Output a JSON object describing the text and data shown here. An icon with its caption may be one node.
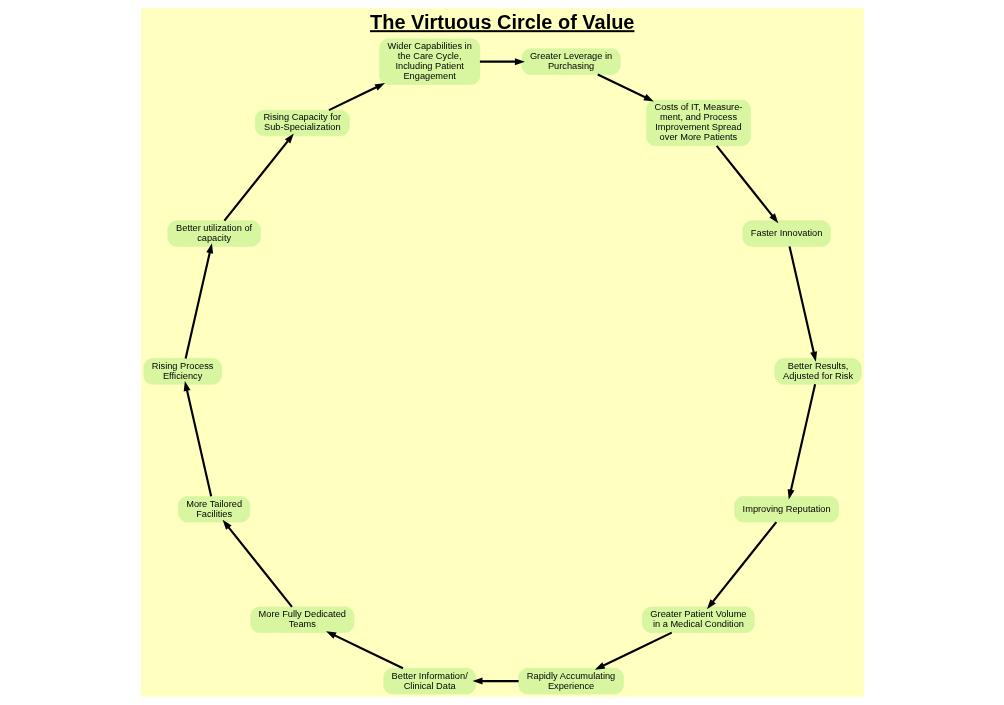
{
  "diagram": {
    "title": "The Virtuous Circle of Value",
    "nodes": [
      {
        "text": [
          "Improving Reputation"
        ]
      },
      {
        "text": [
          "Greater Patient Volume in a Medical Condition"
        ]
      },
      {
        "text": [
          "Rapidly Accumulating Experience"
        ]
      },
      {
        "text": [
          "Better Information/ Clinical Data"
        ]
      },
      {
        "text": [
          "More Fully Dedicated Teams"
        ]
      },
      {
        "text": [
          "More Tailored Facilities"
        ]
      },
      {
        "text": [
          "Rising Process Efficiency"
        ]
      },
      {
        "text": [
          "Better utilization of capacity"
        ]
      },
      {
        "text": [
          "Rising Capacity for Sub-Specialization"
        ]
      },
      {
        "text": [
          "Wider Capabilities in the Care Cycle, Including Patient Engagement"
        ]
      },
      {
        "text": [
          "Greater Leverage in Purchasing"
        ]
      },
      {
        "text": [
          "Costs of IT, Measure- ment, and Process Improvement Spread over More Patients"
        ]
      },
      {
        "text": [
          "Faster Innovation"
        ]
      },
      {
        "text": [
          "Better Results, Adjusted for Risk"
        ]
      }
    ],
    "edges": [
      {
        "from": 0,
        "to": 1,
        "arrow": "to"
      },
      {
        "from": 1,
        "to": 2,
        "arrow": "to"
      },
      {
        "from": 2,
        "to": 3,
        "arrow": "to"
      },
      {
        "from": 3,
        "to": 4,
        "arrow": "to"
      },
      {
        "from": 4,
        "to": 5,
        "arrow": "to"
      },
      {
        "from": 5,
        "to": 6,
        "arrow": "to"
      },
      {
        "from": 6,
        "to": 7,
        "arrow": "to"
      },
      {
        "from": 7,
        "to": 8,
        "arrow": "to"
      },
      {
        "from": 8,
        "to": 9,
        "arrow": "to"
      },
      {
        "from": 9,
        "to": 10,
        "arrow": "to"
      },
      {
        "from": 10,
        "to": 11,
        "arrow": "to"
      },
      {
        "from": 11,
        "to": 12,
        "arrow": "to"
      },
      {
        "from": 12,
        "to": 13,
        "arrow": "to"
      },
      {
        "from": 13,
        "to": 0,
        "arrow": "to"
      }
    ]
  }
}
